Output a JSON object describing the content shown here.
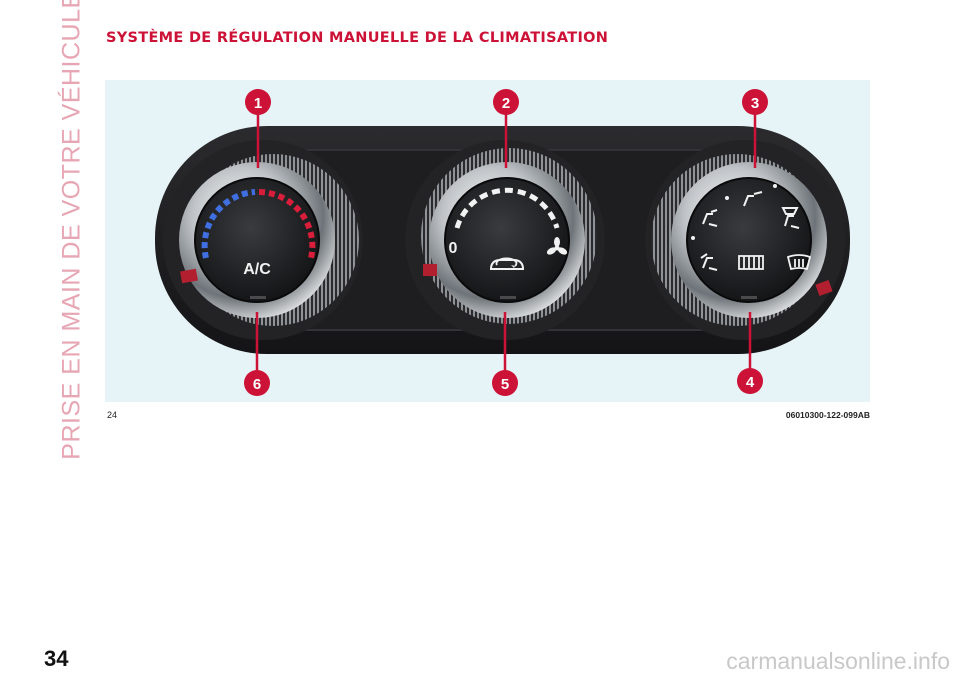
{
  "page": {
    "side_title": "PRISE EN MAIN DE VOTRE VÉHICULE",
    "section_title": "SYSTÈME DE RÉGULATION MANUELLE DE LA CLIMATISATION",
    "page_number": "34",
    "watermark": "carmanualsonline.info"
  },
  "figure": {
    "number": "24",
    "code": "06010300-122-099AB",
    "callouts": [
      "1",
      "2",
      "3",
      "4",
      "5",
      "6"
    ],
    "knob_labels": {
      "ac": "A/C",
      "fan_zero": "0"
    },
    "icons": {
      "knob2_center": "car-recirculation-icon",
      "knob2_fan": "fan-icon",
      "knob3": [
        "vent-face-icon",
        "vent-feet-icon",
        "vent-feet-defrost-icon",
        "vent-face-feet-icon",
        "rear-defrost-icon",
        "windshield-defrost-icon"
      ]
    },
    "colors": {
      "callout": "#cc1236",
      "cold": "#3f6fe0",
      "hot": "#d81e3a",
      "panel": "#1c1c1e"
    }
  }
}
